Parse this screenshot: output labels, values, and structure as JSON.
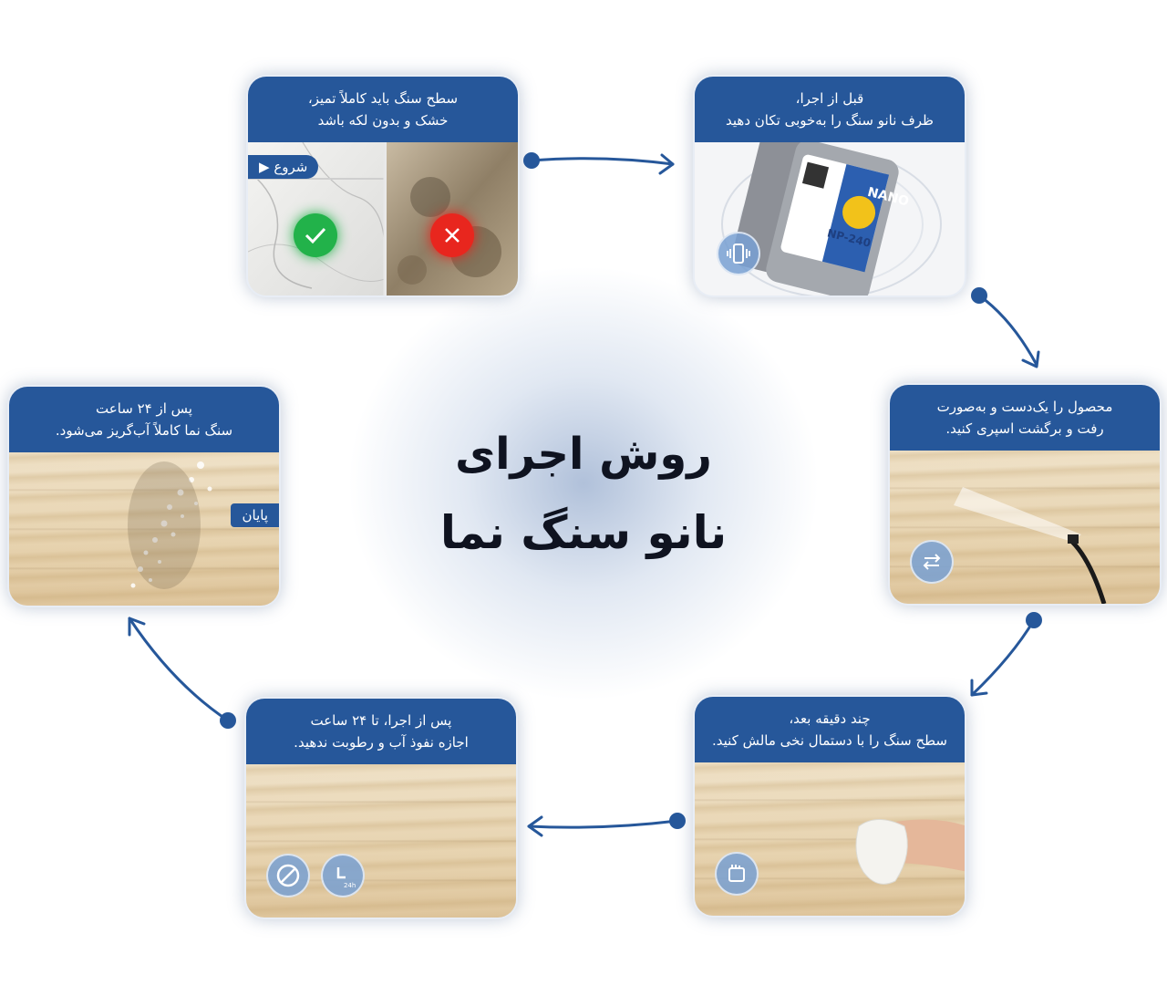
{
  "title": {
    "line1": "روش اجرای",
    "line2": "نانو سنگ نما"
  },
  "steps": [
    {
      "line1": "سطح سنگ باید کاملاً تمیز،",
      "line2": "خشک و بدون لکه باشد",
      "tag": "شروع"
    },
    {
      "line1": "قبل از اجرا،",
      "line2": "ظرف نانو سنگ را به‌خوبی تکان دهید",
      "product_brand": "NANO",
      "product_code": "NP-240"
    },
    {
      "line1": "محصول را یک‌دست و به‌صورت",
      "line2": "رفت و برگشت اسپری کنید."
    },
    {
      "line1": "چند دقیقه بعد،",
      "line2": "سطح سنگ را با دستمال نخی مالش کنید."
    },
    {
      "line1": "پس از اجرا، تا ۲۴ ساعت",
      "line2": "اجازه نفوذ آب و رطوبت ندهید.",
      "clock_label": "24h"
    },
    {
      "line1": "پس از ۲۴ ساعت",
      "line2": "سنگ نما کاملاً آب‌گریز می‌شود.",
      "tag": "پایان"
    }
  ],
  "icons": {
    "step1_good": "check-icon",
    "step1_bad": "x-icon",
    "step2": "phone-vibrate-icon",
    "step3": "swap-arrows-icon",
    "step4": "hand-wipe-icon",
    "step5a": "no-water-icon",
    "step5b": "clock-24h-icon"
  },
  "colors": {
    "header": "#26579a",
    "arrow": "#26579a",
    "good": "#22b24a",
    "bad": "#e8261e"
  }
}
